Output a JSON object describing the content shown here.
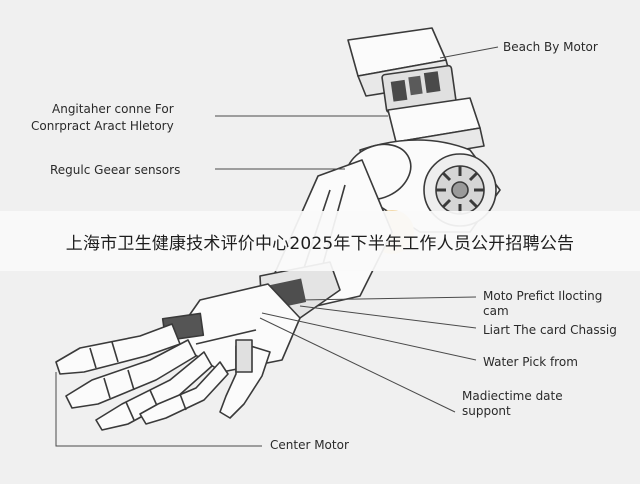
{
  "banner": {
    "title": "上海市卫生健康技术评价中心2025年下半年工作人员公开招聘公告"
  },
  "labels": {
    "beach_motor": "Beach By Motor",
    "angitaher_line1": "Angitaher conne For",
    "angitaher_line2": "Conrpract Aract Hletory",
    "regulc_gear": "Regulc Geear sensors",
    "moto_prefict_line1": "Moto Prefict Ilocting",
    "moto_prefict_line2": "cam",
    "liart_card": "Liart The card Chassig",
    "water_pick": "Water Pick from",
    "madiectime_line1": "Madiectime date",
    "madiectime_line2": "suppont",
    "center_motor": "Center Motor"
  },
  "colors": {
    "background": "#f0f0f0",
    "line": "#3a3a3a",
    "accent_joint": "#f3d9a8",
    "banner": "#fafafa"
  }
}
